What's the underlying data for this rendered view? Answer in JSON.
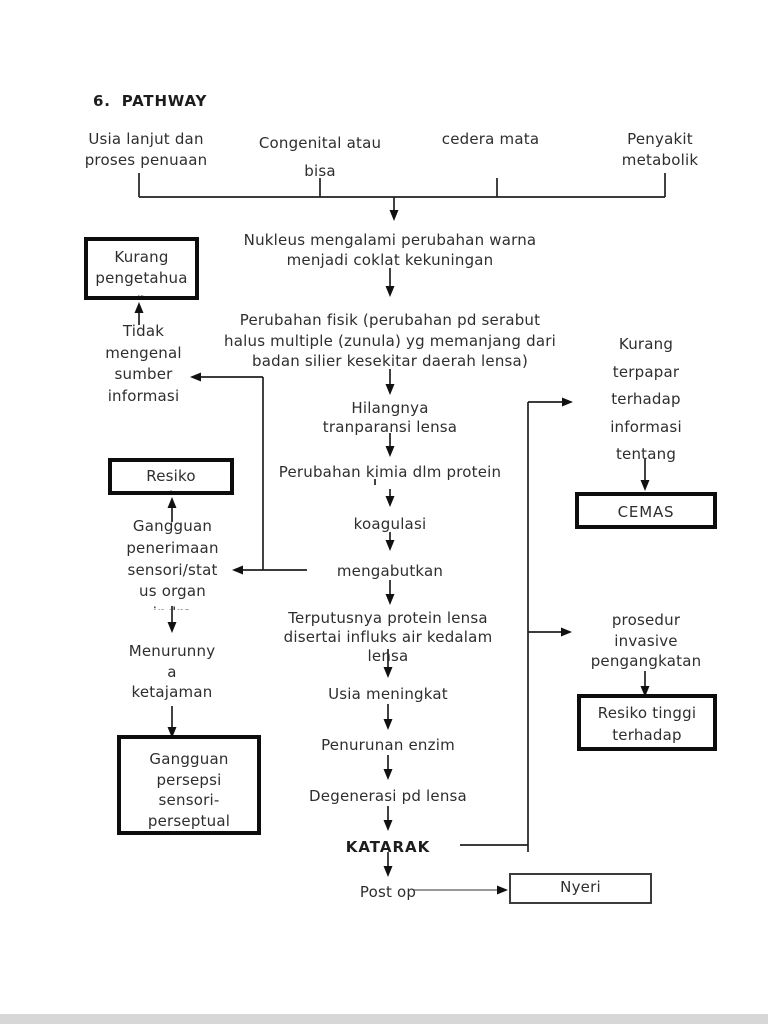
{
  "title": {
    "number": "6.",
    "label": "PATHWAY"
  },
  "causes": [
    {
      "text": "Usia lanjut dan\nproses penuaan"
    },
    {
      "text": "Congenital atau\nbisa"
    },
    {
      "text": "cedera mata"
    },
    {
      "text": "Penyakit\nmetabolik"
    }
  ],
  "flow": {
    "nodes": [
      {
        "text": "Nukleus  mengalami perubahan warna\nmenjadi coklat kekuningan"
      },
      {
        "text": "Perubahan fisik (perubahan pd serabut\nhalus multiple (zunula) yg memanjang dari\nbadan silier kesekitar daerah lensa)"
      },
      {
        "text": "Hilangnya\ntranparansi lensa"
      },
      {
        "text": "Perubahan kimia dlm protein"
      },
      {
        "text": "koagulasi"
      },
      {
        "text": "mengabutkan"
      },
      {
        "text": "Terputusnya protein lensa\ndisertai influks air kedalam\nlensa"
      },
      {
        "text": "Usia meningkat"
      },
      {
        "text": "Penurunan enzim"
      },
      {
        "text": "Degenerasi pd lensa"
      },
      {
        "text": "KATARAK"
      },
      {
        "text": "Post op"
      }
    ]
  },
  "left": {
    "kurang_pengetahuan_box": "Kurang\npengetahua\nn",
    "tidak_mengenal": "Tidak\nmengenal\nsumber\ninformasi",
    "resiko_cedera_box": "Resiko\nCedera",
    "gangguan_penerimaan": "Gangguan\npenerimaan\nsensori/stat\nus organ\nindra",
    "menurunnya": "Menurunny\na\nketajaman",
    "gangguan_persepsi_box": "Gangguan\npersepsi\nsensori-\nperseptual\npenglihatan"
  },
  "right": {
    "kurang_terpapar": "Kurang\nterpapar\nterhadap\ninformasi\ntentang",
    "cemas_box": "CEMAS",
    "prosedur": "prosedur\ninvasive\npengangkatan",
    "resiko_tinggi_box": "Resiko tinggi\nterhadap",
    "nyeri_box": "Nyeri"
  },
  "colors": {
    "ink": "#2e2e2e",
    "line": "#212121",
    "line_gray": "#8a8a8a",
    "background": "#ffffff"
  }
}
